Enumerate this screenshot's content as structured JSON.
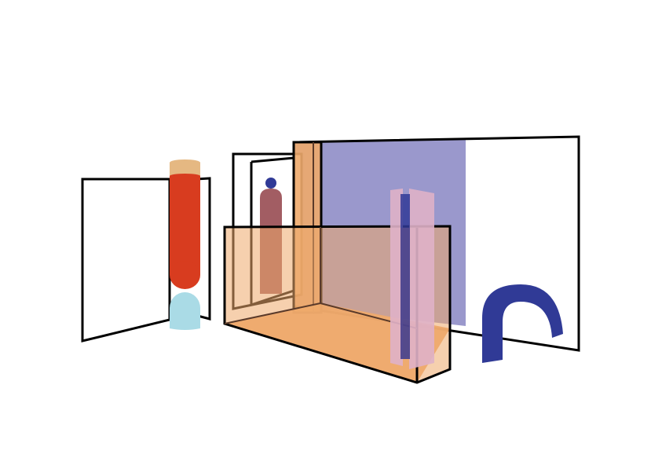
{
  "palette": {
    "background": "#ffffff",
    "outline": "#000000",
    "red_pillar": "#d83c1f",
    "pillar_cap": "#e5b882",
    "light_blue": "#aadbe6",
    "lavender": "#9a98cc",
    "orange": "#eeaa6c",
    "pink": "#dfb1c8",
    "navy": "#303a96",
    "mauve": "#bc8379",
    "brown_edge": "#5a3a2a"
  },
  "objects": [
    "left-open-frame",
    "red-pillar",
    "light-blue-dome",
    "back-lavender-panel",
    "tall-orange-post",
    "thin-back-frame",
    "figure-silhouette",
    "orange-translucent-box",
    "pink-pole",
    "navy-arch"
  ]
}
